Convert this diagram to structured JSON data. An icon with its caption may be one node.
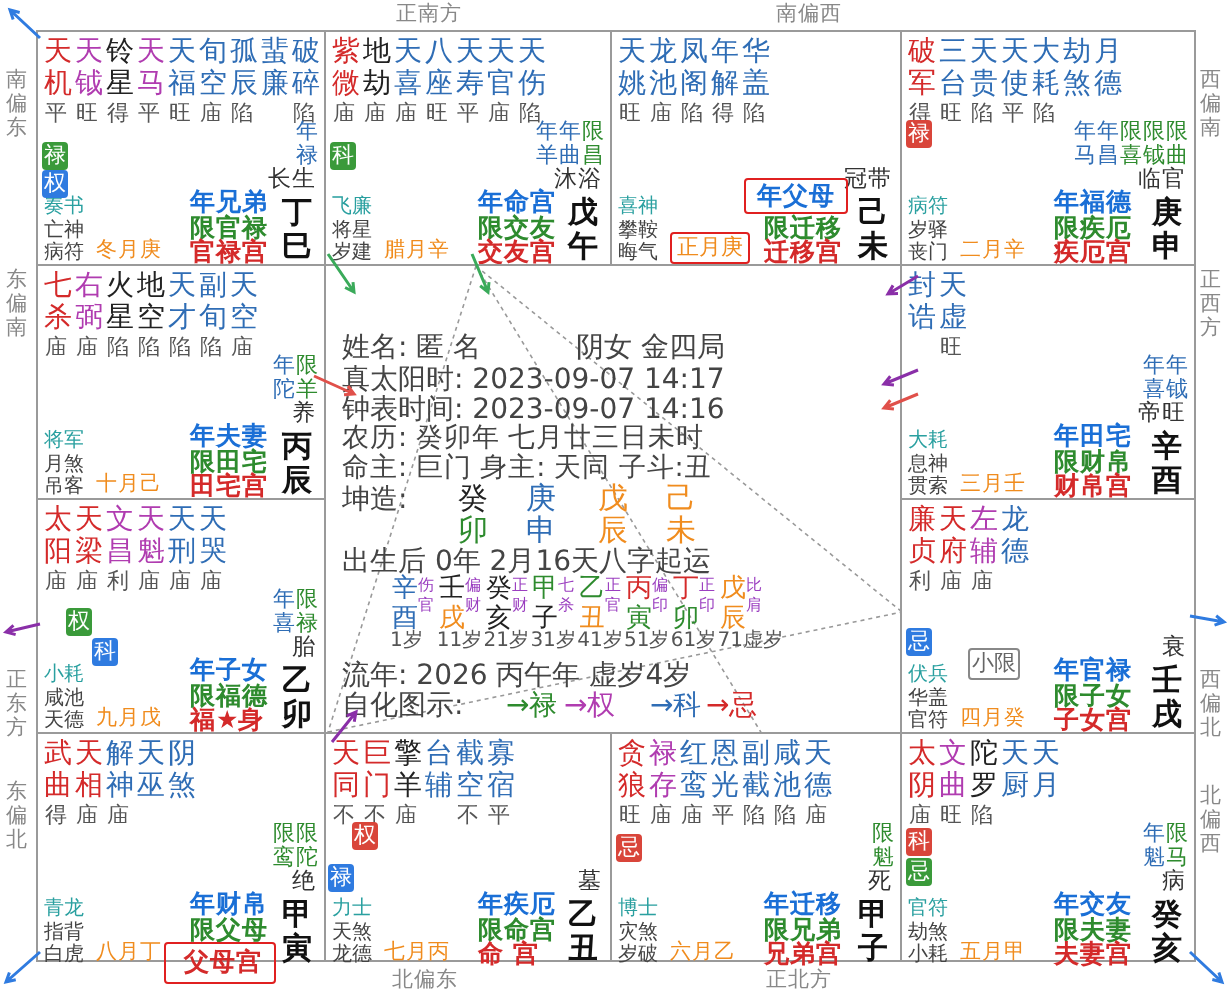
{
  "diagram": {
    "nodes": [
      {
        "text": [
          "天机",
          "天钺",
          "铃星",
          "天马",
          "天福",
          "旬空",
          "孤辰",
          "蜚廉",
          "破碎",
          "平",
          "旺",
          "得",
          "平",
          "旺",
          "庙",
          "陷",
          "陷",
          "年禄",
          "长生",
          "奏书",
          "亡神",
          "病符",
          "冬月庚",
          "年兄弟",
          "限官禄",
          "官禄宫",
          "丁巳"
        ]
      },
      {
        "text": [
          "紫微",
          "地劫",
          "天喜",
          "八座",
          "天寿",
          "天官",
          "天伤",
          "庙",
          "庙",
          "庙",
          "旺",
          "平",
          "庙",
          "陷",
          "年羊",
          "年曲",
          "限昌",
          "沐浴",
          "飞廉",
          "将星",
          "岁建",
          "腊月辛",
          "年命宫",
          "限交友",
          "交友宫",
          "戊午"
        ]
      },
      {
        "text": [
          "天姚",
          "龙池",
          "凤阁",
          "年解",
          "华盖",
          "旺",
          "庙",
          "陷",
          "得",
          "陷",
          "冠带",
          "喜神",
          "攀鞍",
          "晦气",
          "限迁移",
          "迁移宫",
          "己未"
        ]
      },
      {
        "text": [
          "破军",
          "三台",
          "天贵",
          "天使",
          "大耗",
          "劫煞",
          "月德",
          "得",
          "旺",
          "陷",
          "平",
          "陷",
          "年马",
          "年昌",
          "限喜",
          "限钺",
          "限曲",
          "临官",
          "病符",
          "岁驿",
          "丧门",
          "二月辛",
          "年福德",
          "限疾厄",
          "疾厄宫",
          "庚申"
        ]
      },
      {
        "text": [
          "七杀",
          "右弼",
          "火星",
          "地空",
          "天才",
          "副旬",
          "天空",
          "庙",
          "庙",
          "陷",
          "陷",
          "陷",
          "陷",
          "庙",
          "年陀",
          "限羊",
          "养",
          "将军",
          "月煞",
          "吊客",
          "十月己",
          "年夫妻",
          "限田宅",
          "田宅宫",
          "丙辰"
        ]
      },
      {
        "text": [
          "姓名: 匿 名",
          "阴女 金四局",
          "真太阳时: 2023-09-07 14:17",
          "钟表时间: 2023-09-07 14:16",
          "农历: 癸卯年 七月廿三日未时",
          "命主: 巨门 身主: 天同 子斗:丑",
          "坤造:",
          "癸",
          "庚",
          "戊",
          "己",
          "卯",
          "申",
          "辰",
          "未",
          "出生后 0年 2月16天八字起运",
          "辛",
          "伤官",
          "酉",
          "1岁",
          "壬",
          "偏财",
          "戌",
          "11岁",
          "癸",
          "正财",
          "亥",
          "21岁",
          "甲",
          "七杀",
          "子",
          "31岁",
          "乙",
          "正官",
          "丑",
          "41岁",
          "丙",
          "偏印",
          "寅",
          "51岁",
          "丁",
          "正印",
          "卯",
          "61岁",
          "戊",
          "比肩",
          "辰",
          "71虚岁",
          "流年: 2026 丙午年 虚岁4岁",
          "自化图示:",
          "→禄",
          "→权",
          "→科",
          "→忌"
        ]
      },
      {
        "text": [
          "封诰",
          "天虚",
          "旺",
          "年喜",
          "年钺",
          "帝旺",
          "大耗",
          "息神",
          "贯索",
          "三月壬",
          "年田宅",
          "限财帛",
          "财帛宫",
          "辛酉"
        ]
      },
      {
        "text": [
          "太阳",
          "天梁",
          "文昌",
          "天魁",
          "天刑",
          "天哭",
          "庙",
          "庙",
          "利",
          "庙",
          "庙",
          "庙",
          "年喜",
          "限禄",
          "胎",
          "小耗",
          "咸池",
          "天德",
          "九月戊",
          "年子女",
          "限福德",
          "福★身",
          "乙卯"
        ]
      },
      {
        "text": [
          "廉贞",
          "天府",
          "左辅",
          "龙德",
          "利",
          "庙",
          "庙",
          "衰",
          "伏兵",
          "华盖",
          "官符",
          "四月癸",
          "年官禄",
          "限子女",
          "子女宫",
          "壬戌"
        ]
      },
      {
        "text": [
          "武曲",
          "天相",
          "解神",
          "天巫",
          "阴煞",
          "得",
          "庙",
          "庙",
          "限鸾",
          "限陀",
          "绝",
          "青龙",
          "指背",
          "白虎",
          "八月丁",
          "年财帛",
          "限父母",
          "甲寅"
        ]
      },
      {
        "text": [
          "天同",
          "巨门",
          "擎羊",
          "台辅",
          "截空",
          "寡宿",
          "不",
          "不",
          "庙",
          "不",
          "平",
          "墓",
          "力士",
          "天煞",
          "龙德",
          "七月丙",
          "年疾厄",
          "限命宫",
          "命 宫",
          "乙丑"
        ]
      },
      {
        "text": [
          "贪狼",
          "禄存",
          "红鸾",
          "恩光",
          "副截",
          "咸池",
          "天德",
          "旺",
          "庙",
          "庙",
          "平",
          "陷",
          "陷",
          "庙",
          "限魁",
          "死",
          "博士",
          "灾煞",
          "岁破",
          "六月乙",
          "年迁移",
          "限兄弟",
          "兄弟宫",
          "甲子"
        ]
      },
      {
        "text": [
          "太阴",
          "文曲",
          "陀罗",
          "天厨",
          "天月",
          "庙",
          "旺",
          "陷",
          "年魁",
          "限马",
          "病",
          "官符",
          "劫煞",
          "小耗",
          "五月甲",
          "年交友",
          "限夫妻",
          "夫妻宫",
          "癸亥"
        ]
      },
      {
        "text": [
          "禄"
        ],
        "in": 0
      },
      {
        "text": [
          "权"
        ],
        "in": 0
      },
      {
        "text": [
          "科"
        ],
        "in": 1
      },
      {
        "text": [
          "年父母"
        ],
        "in": 2
      },
      {
        "text": [
          "正月庚"
        ],
        "in": 2
      },
      {
        "text": [
          "禄"
        ],
        "in": 3
      },
      {
        "text": [
          "权"
        ],
        "in": 7
      },
      {
        "text": [
          "科"
        ],
        "in": 7
      },
      {
        "text": [
          "忌"
        ],
        "in": 8
      },
      {
        "text": [
          "小限"
        ],
        "in": 8
      },
      {
        "text": [
          "父母宫"
        ]
      },
      {
        "text": [
          "权"
        ],
        "in": 10
      },
      {
        "text": [
          "禄"
        ],
        "in": 10
      },
      {
        "text": [
          "忌"
        ],
        "in": 11
      },
      {
        "text": [
          "科"
        ],
        "in": 12
      },
      {
        "text": [
          "忌"
        ],
        "in": 12
      }
    ],
    "edges": [
      {
        "from": 1,
        "to": 5,
        "arrow": "to",
        "color": "#3aaa5a"
      },
      {
        "from": 1,
        "to": 5,
        "arrow": "to",
        "color": "#3aaa5a"
      },
      {
        "from": 4,
        "to": 5,
        "arrow": "to",
        "color": "#e0504a"
      },
      {
        "from": 10,
        "to": 5,
        "arrow": "to"
      },
      {
        "from": 6,
        "to": 5,
        "arrow": "to"
      },
      {
        "from": 6,
        "to": 5,
        "arrow": "to"
      },
      {
        "from": 6,
        "to": 5,
        "arrow": "to",
        "color": "#e0504a"
      },
      {
        "from": 0,
        "to": null,
        "arrow": "to",
        "color": "#2f7be0"
      },
      {
        "from": 7,
        "to": null,
        "arrow": "to"
      },
      {
        "from": 8,
        "to": null,
        "arrow": "to",
        "color": "#2f7be0"
      },
      {
        "from": 9,
        "to": null,
        "arrow": "to",
        "color": "#2f7be0"
      },
      {
        "from": 12,
        "to": null,
        "arrow": "to",
        "color": "#2f7be0"
      }
    ],
    "labels": [
      "正南方",
      "南偏西",
      "南偏东",
      "西偏南",
      "东偏南",
      "正西方",
      "正东方",
      "西偏北",
      "东偏北",
      "北偏西",
      "北偏东",
      "正北方"
    ]
  }
}
